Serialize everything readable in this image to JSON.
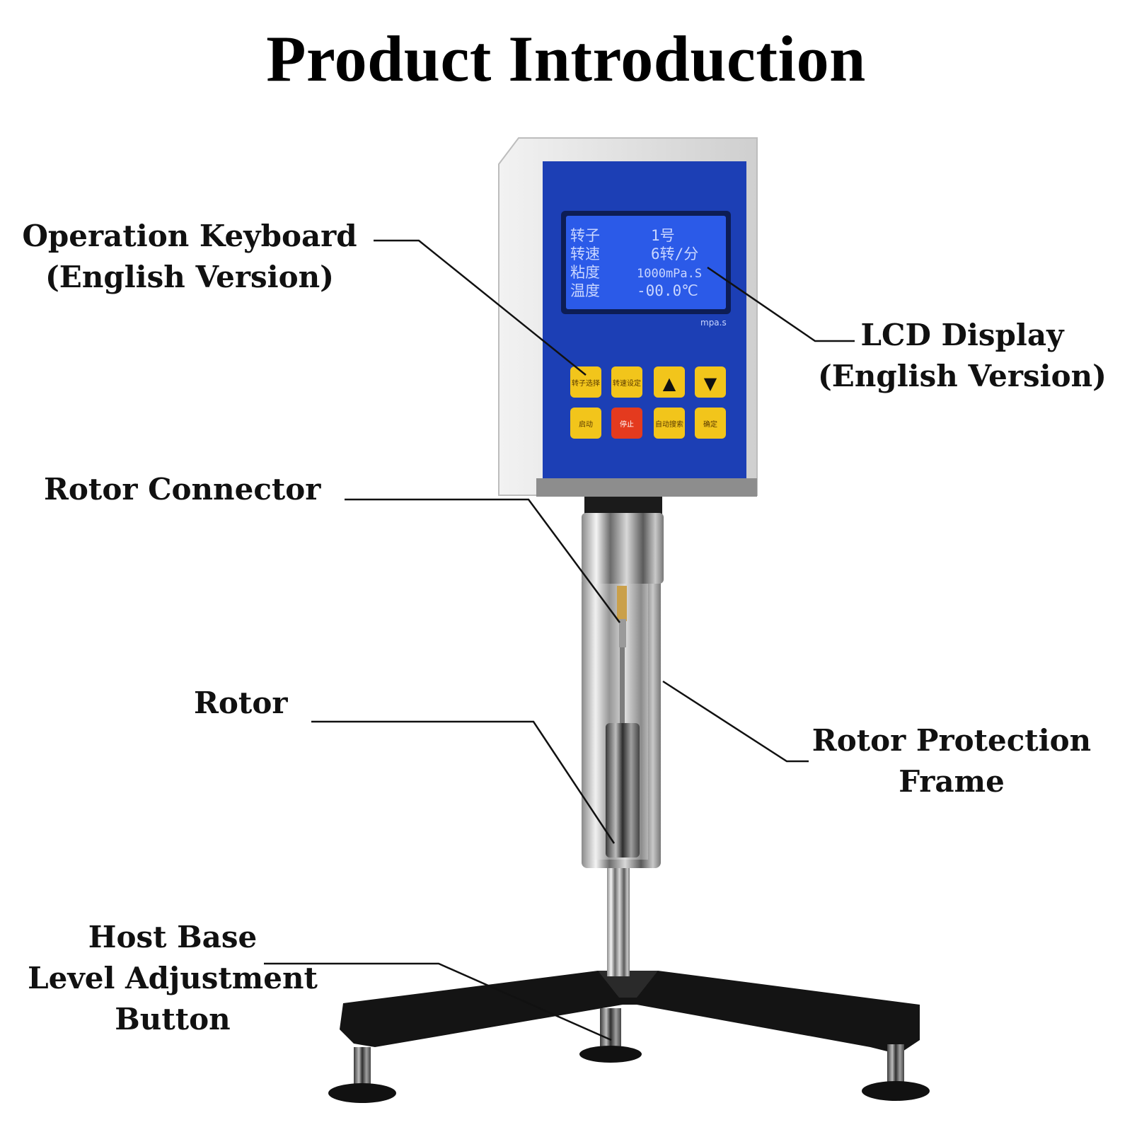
{
  "title": "Product Introduction",
  "labels": {
    "operation_keyboard": [
      "Operation Keyboard",
      "(English Version)"
    ],
    "lcd_display": [
      "LCD Display",
      "(English Version)"
    ],
    "rotor_connector": [
      "Rotor Connector"
    ],
    "rotor": [
      "Rotor"
    ],
    "rotor_protection_frame": [
      "Rotor Protection",
      "Frame"
    ],
    "host_base": [
      "Host Base",
      "Level Adjustment",
      "Button"
    ]
  },
  "lcd": {
    "rows": [
      {
        "label": "转子",
        "value": "1号"
      },
      {
        "label": "转速",
        "value": "6转/分"
      },
      {
        "label": "粘度",
        "value": "1000mPa.S"
      },
      {
        "label": "温度",
        "value": "-00.0℃"
      }
    ],
    "unit": "mpa.s"
  },
  "keys": {
    "row1": [
      "转子选择",
      "转速设定",
      "▲",
      "▼"
    ],
    "row2": [
      "启动",
      "停止",
      "自动搜索",
      "确定"
    ]
  },
  "colors": {
    "panel_blue": "#1c3fb5",
    "lcd_blue": "#2b5ae8",
    "key_yellow": "#f2c51b",
    "key_red": "#e43a1e",
    "stand_black": "#141414"
  }
}
